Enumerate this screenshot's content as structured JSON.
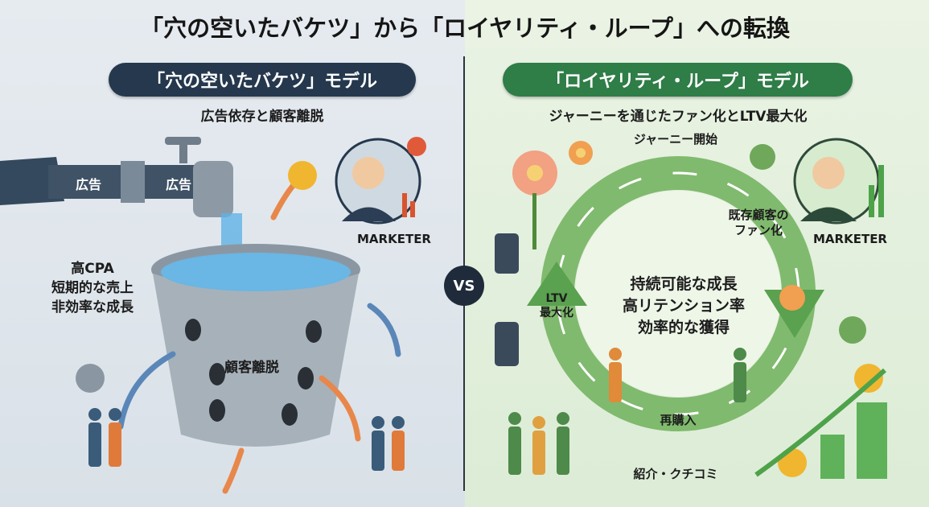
{
  "title": "「穴の空いたバケツ」から「ロイヤリティ・ループ」への転換",
  "left": {
    "pill": "「穴の空いたバケツ」モデル",
    "subtitle": "広告依存と顧客離脱",
    "ad_labels": [
      "広告",
      "広告"
    ],
    "marketer": "MARKETER",
    "problems": [
      "高CPA",
      "短期的な売上",
      "非効率な成長"
    ],
    "bucket_label": "顧客離脱"
  },
  "vs": "VS",
  "right": {
    "pill": "「ロイヤリティ・ループ」モデル",
    "subtitle": "ジャーニーを通じたファン化とLTV最大化",
    "loop_start": "ジャーニー開始",
    "loop_fan": [
      "既存顧客の",
      "ファン化"
    ],
    "loop_ltv": [
      "LTV",
      "最大化"
    ],
    "loop_repurchase": "再購入",
    "loop_referral": "紹介・クチコミ",
    "marketer": "MARKETER",
    "benefits": [
      "持続可能な成長",
      "高リテンション率",
      "効率的な獲得"
    ]
  },
  "colors": {
    "navy": "#25384d",
    "green": "#2f7d47",
    "orange": "#e8874a",
    "gold": "#f0b630"
  }
}
